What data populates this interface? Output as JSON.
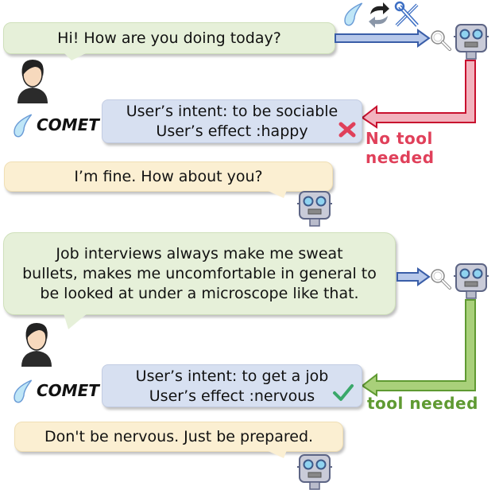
{
  "turns": [
    {
      "speaker": "user",
      "text": "Hi! How are you doing today?"
    },
    {
      "speaker": "bot",
      "text": "I’m fine. How about you?"
    },
    {
      "speaker": "user",
      "text": "Job interviews always make me sweat bullets, makes me uncomfortable in general to be looked at under a microscope like that.",
      "lines": [
        "Job interviews always make me sweat",
        "bullets, makes me uncomfortable in general to",
        "be looked at under a microscope like that."
      ]
    },
    {
      "speaker": "bot",
      "text": "Don't be nervous. Just be prepared."
    }
  ],
  "comet": [
    {
      "label": "COMET",
      "intent": "User’s intent: to be sociable",
      "effect": "User’s effect :happy",
      "mark": "x-icon",
      "decision": "No tool needed",
      "color": "#e0405a"
    },
    {
      "label": "COMET",
      "intent": "User’s intent: to get a job",
      "effect": "User’s effect :nervous",
      "mark": "check-icon",
      "decision": "tool needed",
      "color": "#5f9a32"
    }
  ],
  "top_icons": [
    "comet-icon",
    "refresh-arrows-icon",
    "tools-icon"
  ],
  "colors": {
    "green_bubble": "#e6f0d9",
    "yellow_bubble": "#fbefd2",
    "info_box": "#d7e0f1",
    "blue_arrow": "#b7c8ea",
    "red_arrow": "#f2b3be",
    "green_arrow": "#a9d07a"
  }
}
